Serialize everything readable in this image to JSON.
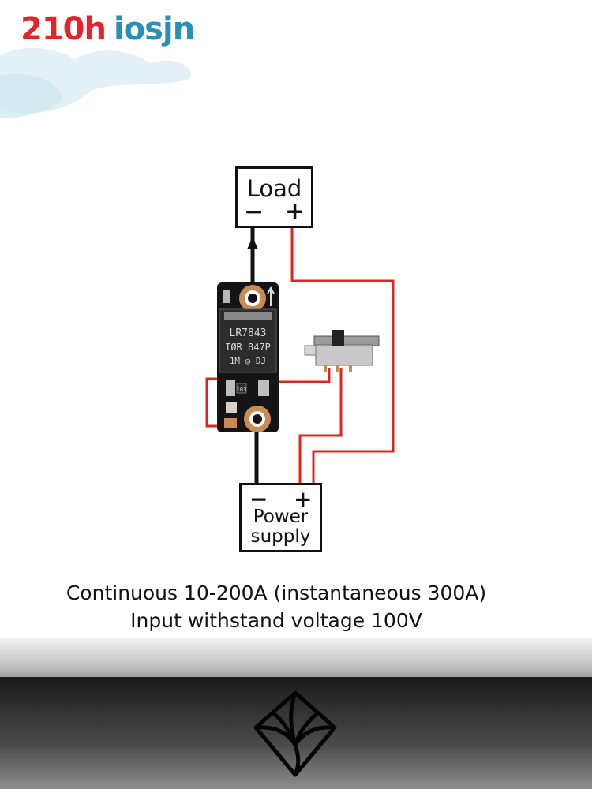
{
  "brand": {
    "part1": "210h",
    "part2": "iosjn"
  },
  "load": {
    "label": "Load",
    "minus": "−",
    "plus": "+"
  },
  "power_supply": {
    "minus": "−",
    "plus": "+",
    "line1": "Power",
    "line2": "supply"
  },
  "board": {
    "chip_line1": "LR7843",
    "chip_line2": "IØR 847P",
    "chip_line3": "1M  ◎  DJ",
    "resistor_label": "103"
  },
  "captions": {
    "line1": "Continuous 10-200A (instantaneous 300A)",
    "line2": "Input withstand voltage 100V"
  },
  "colors": {
    "wire_positive": "#e0241c",
    "wire_negative": "#111111",
    "board": "#111111",
    "pad": "#c98a55"
  },
  "icons": {
    "footer_logo": "diamond-emblem-icon",
    "switch": "slide-switch-icon"
  }
}
